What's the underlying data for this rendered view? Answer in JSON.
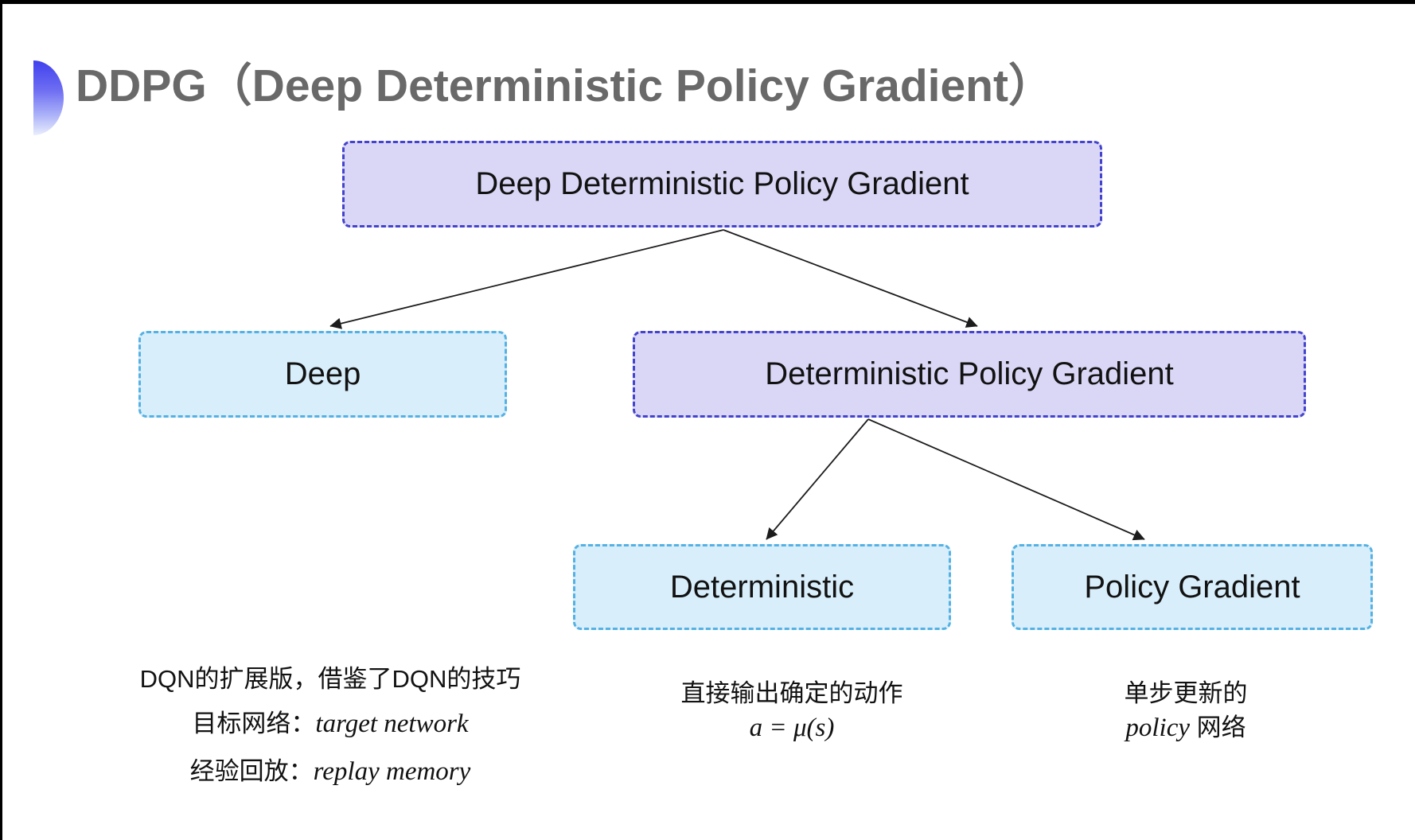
{
  "title": {
    "text": "DDPG（Deep Deterministic Policy Gradient）",
    "color": "#696969",
    "icon": "blue-gradient-halfcircle"
  },
  "colors": {
    "purple_node_fill": "#dad7f6",
    "purple_node_border": "#4343cd",
    "blue_node_fill": "#d8eefb",
    "blue_node_border": "#55b1e3",
    "arrow": "#1c1c1c",
    "text": "#121212",
    "frame_bar": "#000000"
  },
  "tree": {
    "nodes": [
      {
        "id": "ddpg",
        "label": "Deep Deterministic Policy Gradient",
        "variant": "purple"
      },
      {
        "id": "deep",
        "label": "Deep",
        "variant": "blue"
      },
      {
        "id": "dpg",
        "label": "Deterministic Policy Gradient",
        "variant": "purple"
      },
      {
        "id": "deterministic",
        "label": "Deterministic",
        "variant": "blue"
      },
      {
        "id": "policy-gradient",
        "label": "Policy Gradient",
        "variant": "blue"
      }
    ],
    "edges": [
      {
        "from": "ddpg",
        "to": "deep"
      },
      {
        "from": "ddpg",
        "to": "dpg"
      },
      {
        "from": "dpg",
        "to": "deterministic"
      },
      {
        "from": "dpg",
        "to": "policy-gradient"
      }
    ]
  },
  "notes": {
    "deep": {
      "line1": "DQN的扩展版，借鉴了DQN的技巧",
      "line2_zh": "目标网络：",
      "line2_en": "target network",
      "line3_zh": "经验回放：",
      "line3_en": "replay memory"
    },
    "deterministic": {
      "line1": "直接输出确定的动作",
      "formula": "a = μ(s)"
    },
    "policy_gradient": {
      "line1": "单步更新的",
      "line2_en": "policy",
      "line2_zh": " 网络"
    }
  }
}
